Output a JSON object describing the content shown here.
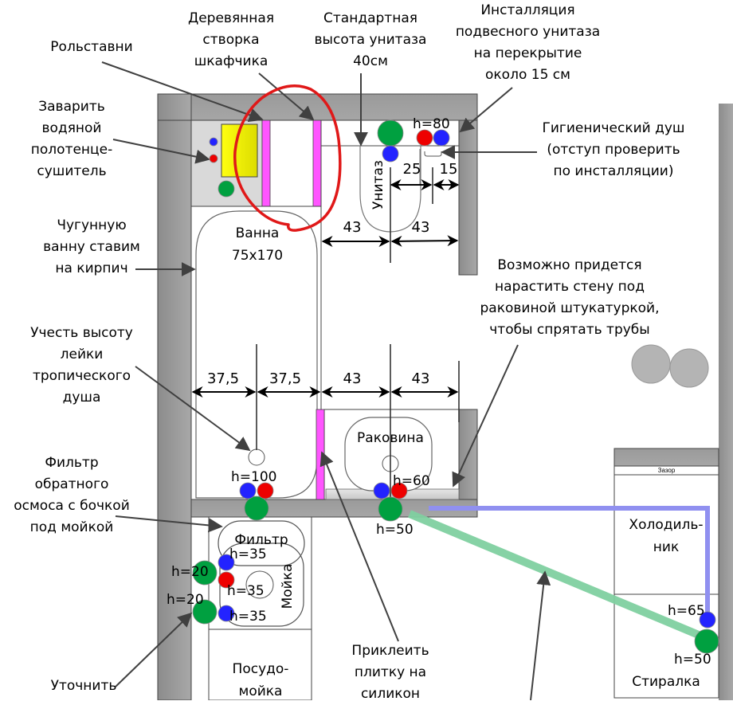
{
  "title": "План санузла и кухни с разводкой коммуникаций",
  "colors": {
    "wall": "#a0a0a0",
    "wall_dark": "#8a8a8a",
    "cold_water": "#2323ff",
    "hot_water": "#ee0000",
    "sewer": "#00a040",
    "shutter": "#ff55ff",
    "markup": "#e01010",
    "cold_pipe_route": "#9090ee",
    "sewer_pipe_route": "#80d0a0",
    "towel_dryer": "#ffff00"
  },
  "annotations": {
    "roller_shutters": [
      "Рольставни"
    ],
    "wooden_door": [
      "Деревянная",
      "створка",
      "шкафчика"
    ],
    "toilet_height": [
      "Стандартная",
      "высота унитаза",
      "40см"
    ],
    "installation": [
      "Инсталляция",
      "подвесного унитаза",
      "на перекрытие",
      "около 15 см"
    ],
    "towel_dryer": [
      "Заварить",
      "водяной",
      "полотенце-",
      "сушитель"
    ],
    "hygienic_shower": [
      "Гигиенический душ",
      "(отступ проверить",
      "по инсталляции)"
    ],
    "cast_iron_bath": [
      "Чугунную",
      "ванну ставим",
      "на кирпич"
    ],
    "wall_plaster": [
      "Возможно придется",
      "нарастить стену под",
      "раковиной штукатуркой,",
      "чтобы спрятать трубы"
    ],
    "rain_shower": [
      "Учесть высоту",
      "лейки",
      "тропического",
      "душа"
    ],
    "osmosis_filter": [
      "Фильтр",
      "обратного",
      "осмоса с бочкой",
      "под мойкой"
    ],
    "clarify": [
      "Уточнить"
    ],
    "tile_silicone": [
      "Приклеить",
      "плитку на",
      "силикон"
    ]
  },
  "rooms": {
    "bath": [
      "Ванна",
      "75x170"
    ],
    "toilet": "Унитаз",
    "washbasin": "Раковина",
    "filter": "Фильтр",
    "sink": "Мойка",
    "dishwasher": [
      "Посудо-",
      "мойка"
    ],
    "fridge": [
      "Холодиль-",
      "ник"
    ],
    "gap": "Зазор",
    "washer": "Стиралка"
  },
  "dimensions": {
    "toilet_right_a": "25",
    "toilet_right_b": "15",
    "toilet_row_left": "43",
    "toilet_row_right": "43",
    "bath_left": "37,5",
    "bath_right": "37,5",
    "sink_row_left": "43",
    "sink_row_right": "43"
  },
  "heights": {
    "toilet_supply": "h=80",
    "bath_mixer": "h=100",
    "washbasin_supply": "h=60",
    "washbasin_drain": "h=50",
    "filter_cold": "h=35",
    "sink_hot": "h=35",
    "sink_cold": "h=35",
    "kitchen_drain_1": "h=20",
    "kitchen_drain_2": "h=20",
    "washer_supply": "h=65",
    "washer_drain": "h=50"
  }
}
